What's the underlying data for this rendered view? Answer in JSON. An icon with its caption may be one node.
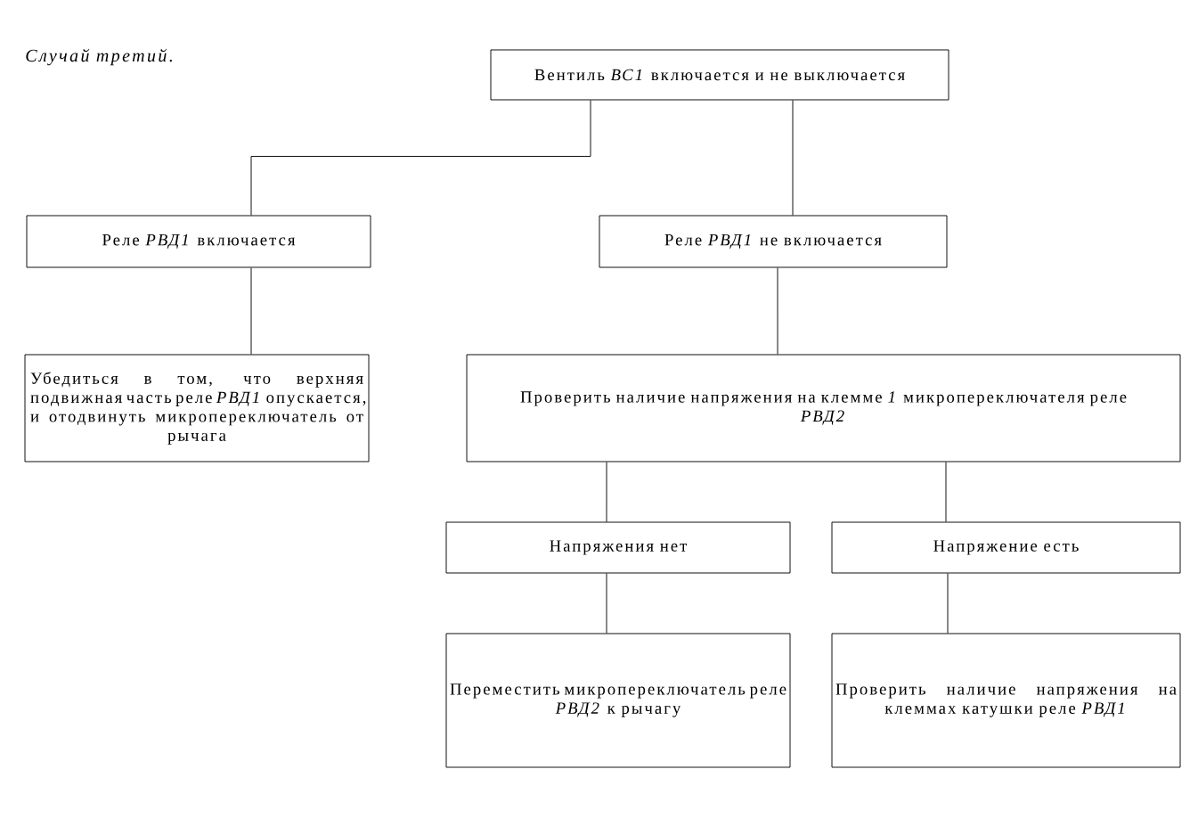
{
  "diagram": {
    "title": "Случай третий.",
    "nodes": [
      {
        "text": [
          "Вентиль *ВС1* включается и не выключается"
        ]
      },
      {
        "text": [
          "Реле *РВД1* включается"
        ]
      },
      {
        "text": [
          "Реле *РВД1* не включается"
        ]
      },
      {
        "text": [
          "Убедиться в том, что верхняя подвижная часть реле *РВД1* опускается, и отодвинуть микропереключатель от рычага"
        ]
      },
      {
        "text": [
          "Проверить наличие напряжения на клемме *1* микропереключателя реле *РВД2*"
        ]
      },
      {
        "text": [
          "Напряжения нет"
        ]
      },
      {
        "text": [
          "Напряжение есть"
        ]
      },
      {
        "text": [
          "Переместить микропереключатель реле *РВД2* к рычагу"
        ]
      },
      {
        "text": [
          "Проверить наличие напряжения на клеммах катушки реле *РВД1*"
        ]
      }
    ],
    "edges": [
      {
        "from": 0,
        "to": 1,
        "arrow": "none"
      },
      {
        "from": 0,
        "to": 2,
        "arrow": "none"
      },
      {
        "from": 1,
        "to": 3,
        "arrow": "none"
      },
      {
        "from": 2,
        "to": 4,
        "arrow": "none"
      },
      {
        "from": 4,
        "to": 5,
        "arrow": "none"
      },
      {
        "from": 4,
        "to": 6,
        "arrow": "none"
      },
      {
        "from": 5,
        "to": 7,
        "arrow": "none"
      },
      {
        "from": 6,
        "to": 8,
        "arrow": "none"
      }
    ]
  }
}
